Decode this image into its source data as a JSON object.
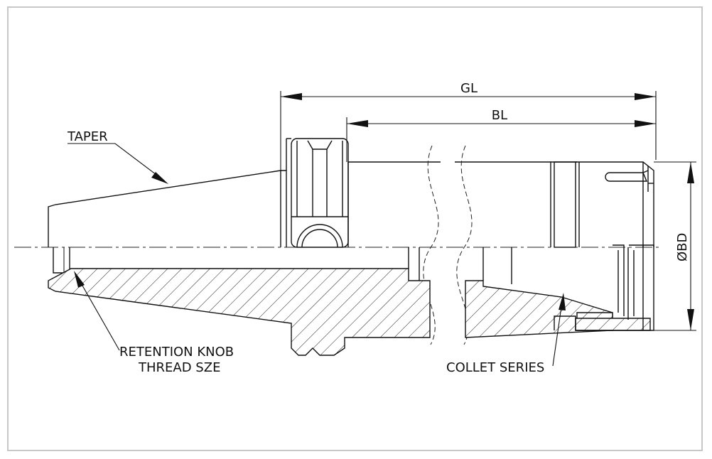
{
  "drawing": {
    "labels": {
      "gl": "GL",
      "bl": "BL",
      "bd": "ØBD",
      "taper": "TAPER",
      "retention_line1": "RETENTION KNOB",
      "retention_line2": "THREAD SZE",
      "collet": "COLLET SERIES"
    }
  }
}
